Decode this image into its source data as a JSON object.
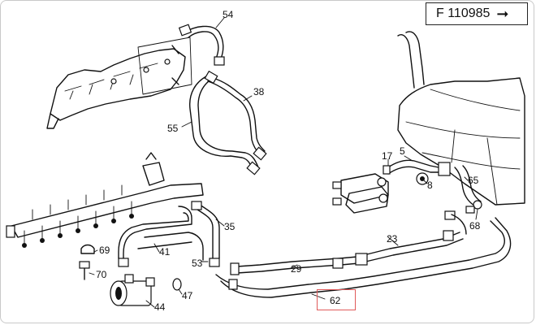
{
  "reference": {
    "code": "F 110985",
    "arrow_icon": "right-arrow-icon"
  },
  "callouts": [
    {
      "id": "54",
      "text": "54"
    },
    {
      "id": "38",
      "text": "38"
    },
    {
      "id": "55",
      "text": "55"
    },
    {
      "id": "17",
      "text": "17"
    },
    {
      "id": "5",
      "text": "5"
    },
    {
      "id": "8",
      "text": "8"
    },
    {
      "id": "65",
      "text": "65"
    },
    {
      "id": "68",
      "text": "68"
    },
    {
      "id": "23",
      "text": "23"
    },
    {
      "id": "35",
      "text": "35"
    },
    {
      "id": "41",
      "text": "41"
    },
    {
      "id": "29",
      "text": "29"
    },
    {
      "id": "53",
      "text": "53"
    },
    {
      "id": "69",
      "text": "69"
    },
    {
      "id": "70",
      "text": "70"
    },
    {
      "id": "47",
      "text": "47"
    },
    {
      "id": "44",
      "text": "44"
    },
    {
      "id": "62",
      "text": "62"
    }
  ],
  "highlight": {
    "target": "62",
    "color": "#e05a5a"
  }
}
